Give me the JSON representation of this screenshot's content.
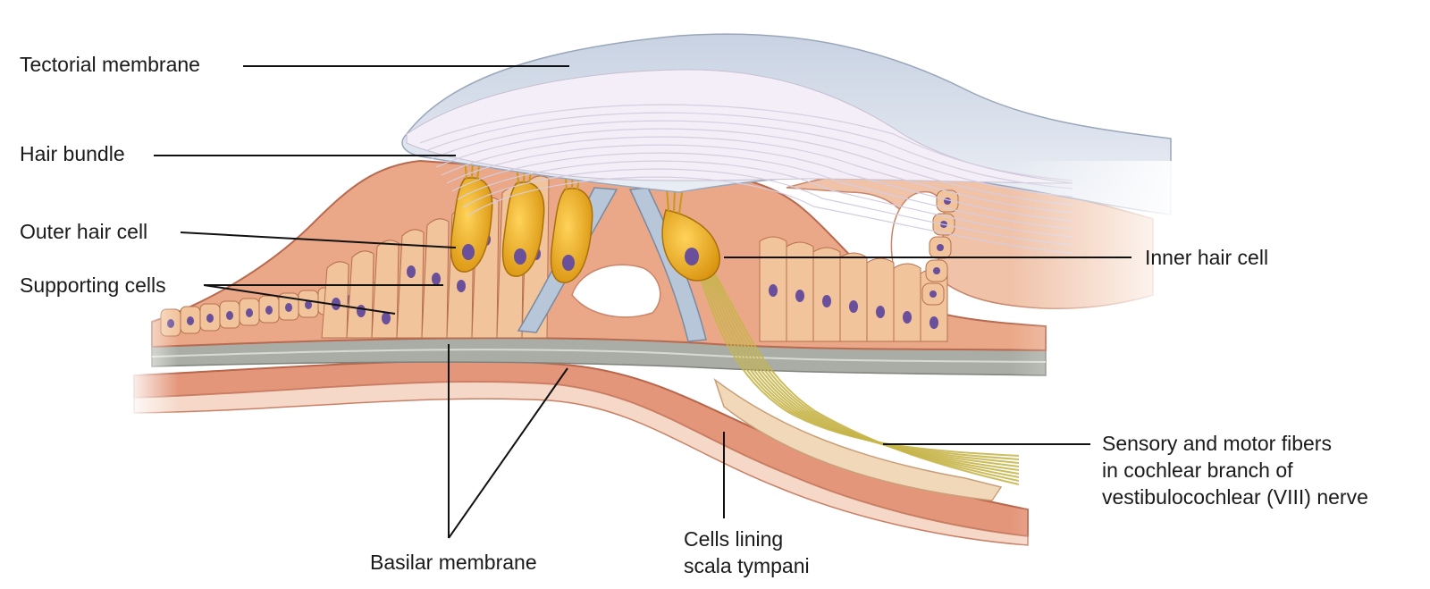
{
  "labels": {
    "tectorial_membrane": "Tectorial membrane",
    "hair_bundle": "Hair bundle",
    "outer_hair_cell": "Outer hair cell",
    "supporting_cells": "Supporting cells",
    "inner_hair_cell": "Inner hair cell",
    "sensory_fibers": [
      "Sensory and motor fibers",
      "in cochlear branch of",
      "vestibulocochlear (VIII) nerve"
    ],
    "basilar_membrane": "Basilar membrane",
    "cells_lining": [
      "Cells lining",
      "scala tympani"
    ]
  },
  "colors": {
    "tectorial": "#dfe4ee",
    "tectorial_fibers": "#f3eef7",
    "tissue": "#e9a584",
    "tissue_dark": "#c9745a",
    "cell_fill": "#f2c49c",
    "cell_edge": "#b5714f",
    "hair_cell": "#f0b51c",
    "hair_cell_edge": "#a8700a",
    "nucleus": "#6a4f9b",
    "basilar": "#a8aca4",
    "nerve": "#c7b54a",
    "leader": "#111111"
  }
}
